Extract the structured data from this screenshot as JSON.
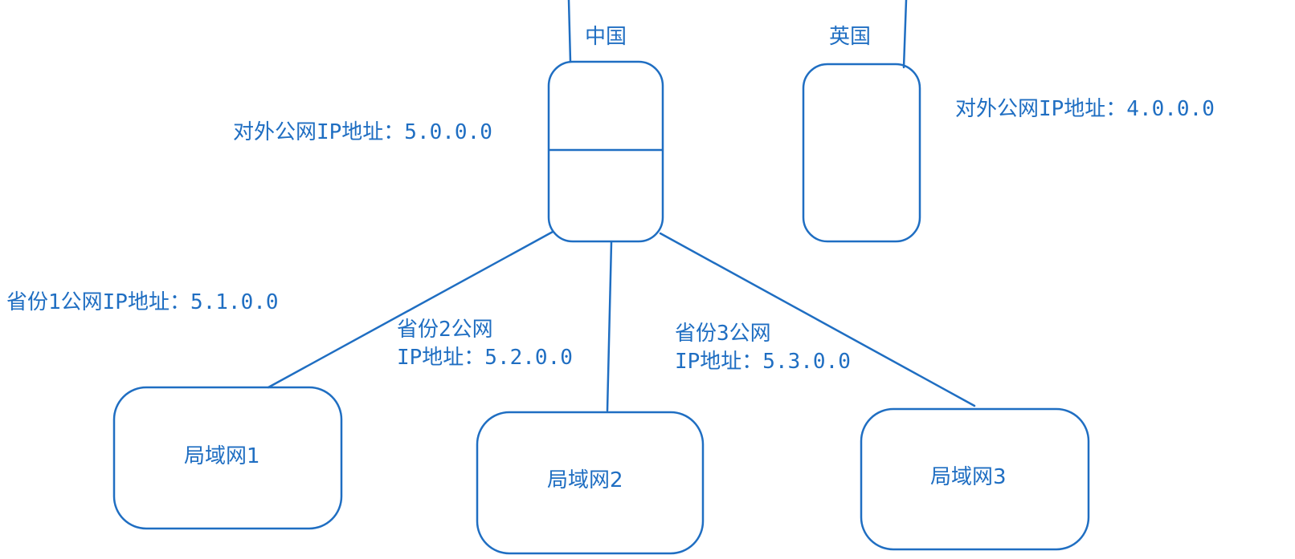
{
  "theme": {
    "ink": "#1f6ec2",
    "background": "#ffffff"
  },
  "nodes": {
    "china": {
      "label": "中国",
      "public_ip": "对外公网IP地址：5.0.0.0"
    },
    "uk": {
      "label": "英国",
      "public_ip": "对外公网IP地址：4.0.0.0"
    },
    "lan1": {
      "label": "局域网1",
      "public_ip": "省份1公网IP地址：5.1.0.0"
    },
    "lan2": {
      "label": "局域网2",
      "public_ip_line1": "省份2公网",
      "public_ip_line2": "IP地址：5.2.0.0"
    },
    "lan3": {
      "label": "局域网3",
      "public_ip_line1": "省份3公网",
      "public_ip_line2": "IP地址：5.3.0.0"
    }
  }
}
